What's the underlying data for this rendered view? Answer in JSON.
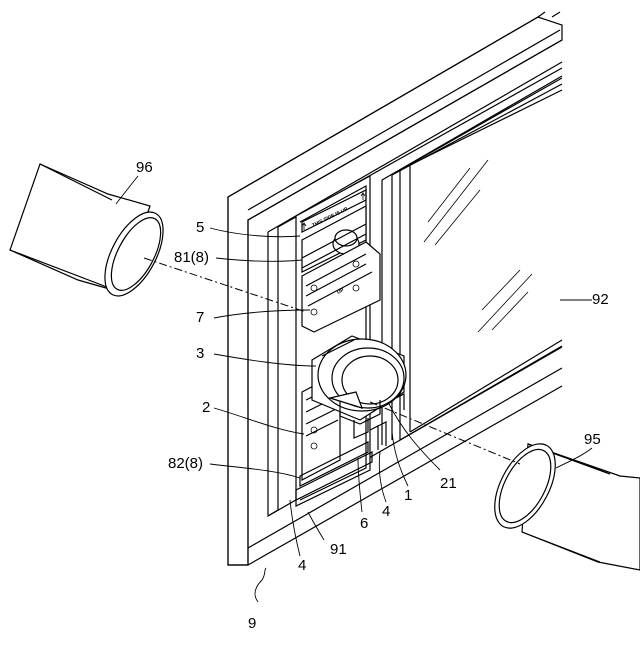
{
  "labels": {
    "l96": "96",
    "l95": "95",
    "l5": "5",
    "l81": "81(8)",
    "l7": "7",
    "l3": "3",
    "l2": "2",
    "l82": "82(8)",
    "l92": "92",
    "l21": "21",
    "l1": "1",
    "l4a": "4",
    "l6": "6",
    "l4b": "4",
    "l91": "91",
    "l9": "9"
  },
  "plate_text": {
    "top_banner": "THIS SIDE IS UP",
    "up_mark": "UP"
  }
}
